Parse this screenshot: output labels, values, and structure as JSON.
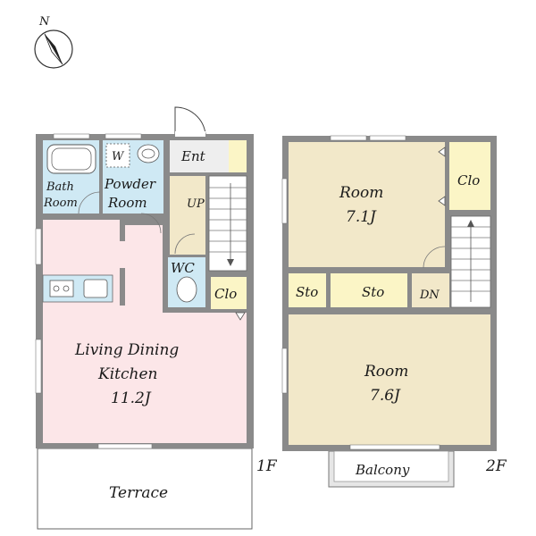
{
  "compass": {
    "label": "N"
  },
  "floor1": {
    "label": "1F",
    "rooms": {
      "bath": [
        "Bath",
        "Room"
      ],
      "washer": "W",
      "powder": [
        "Powder",
        "Room"
      ],
      "entrance": "Ent",
      "up": "UP",
      "wc": "WC",
      "closet": "Clo",
      "ldk": [
        "Living Dining",
        "Kitchen",
        "11.2J"
      ],
      "terrace": "Terrace"
    }
  },
  "floor2": {
    "label": "2F",
    "rooms": {
      "room_north": [
        "Room",
        "7.1J"
      ],
      "closet": "Clo",
      "storage_1": "Sto",
      "storage_2": "Sto",
      "down": "DN",
      "room_south": [
        "Room",
        "7.6J"
      ],
      "balcony": "Balcony"
    }
  },
  "colors": {
    "ldk": "#fce6e8",
    "wet": "#cfe9f4",
    "entrance": "#eeeeee",
    "room": "#f2e8c9",
    "closet": "#fbf5c6",
    "stair": "#ffffff",
    "wall": "#8a8a8a"
  }
}
